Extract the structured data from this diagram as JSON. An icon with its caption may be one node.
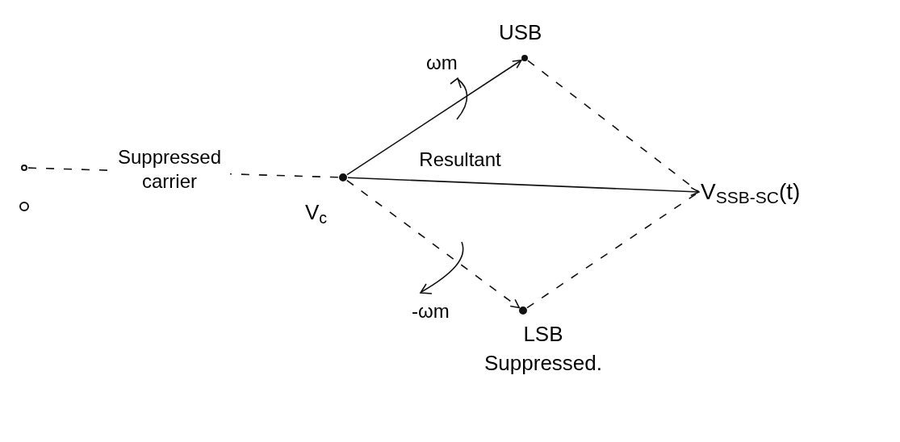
{
  "diagram": {
    "nodes": [
      {
        "text": [],
        "shape": "circle",
        "beside": [
          "V$_{c}$"
        ]
      },
      {
        "text": [],
        "shape": "circle",
        "beside": [
          "USB"
        ]
      },
      {
        "text": [
          "V$_{SSB-SC}$(t)"
        ]
      },
      {
        "text": [],
        "shape": "circle",
        "beside": [
          "LSB",
          "Suppressed."
        ]
      },
      {
        "text": [],
        "shape": "circle"
      },
      {
        "text": [],
        "shape": "circle"
      }
    ],
    "edges": [
      {
        "from": 0,
        "to": 1,
        "arrow": "to"
      },
      {
        "from": 0,
        "to": 2,
        "arrow": "to",
        "label": "Resultant"
      },
      {
        "from": 0,
        "to": 3,
        "arrow": "to",
        "style": "dashed"
      },
      {
        "from": 1,
        "to": 2,
        "arrow": "none",
        "style": "dashed"
      },
      {
        "from": 3,
        "to": 2,
        "arrow": "none",
        "style": "dashed"
      },
      {
        "from": 4,
        "to": 0,
        "arrow": "none",
        "style": "dashed",
        "label": "Suppressed carrier"
      }
    ],
    "labels": [
      "ωm",
      "-ωm"
    ]
  }
}
